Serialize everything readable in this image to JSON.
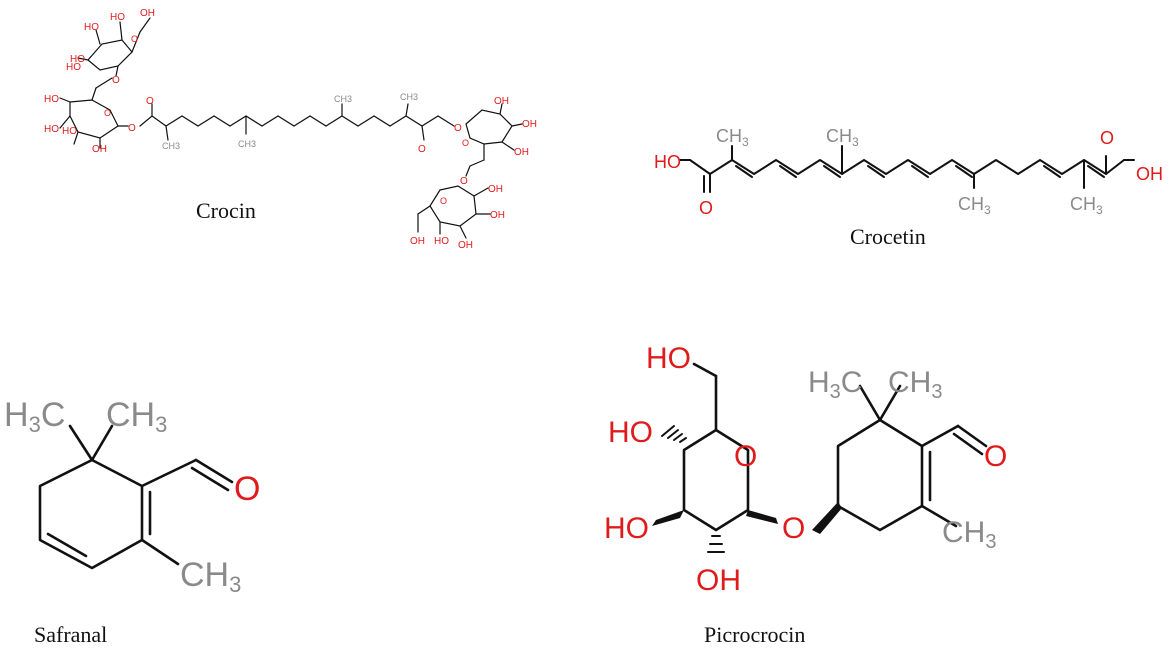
{
  "molecules": {
    "crocin": {
      "name": "Crocin"
    },
    "crocetin": {
      "name": "Crocetin"
    },
    "safranal": {
      "name": "Safranal"
    },
    "picrocrocin": {
      "name": "Picrocrocin"
    }
  },
  "atoms": {
    "hydroxyl": "HO",
    "hydroxyl_r": "OH",
    "oxygen": "O",
    "methyl": "CH3",
    "gem_dimethyl": "H3C"
  },
  "colors": {
    "heteroatom": "#e01b1b",
    "carbon_label": "#8a8a8a",
    "bond": "#111111"
  }
}
